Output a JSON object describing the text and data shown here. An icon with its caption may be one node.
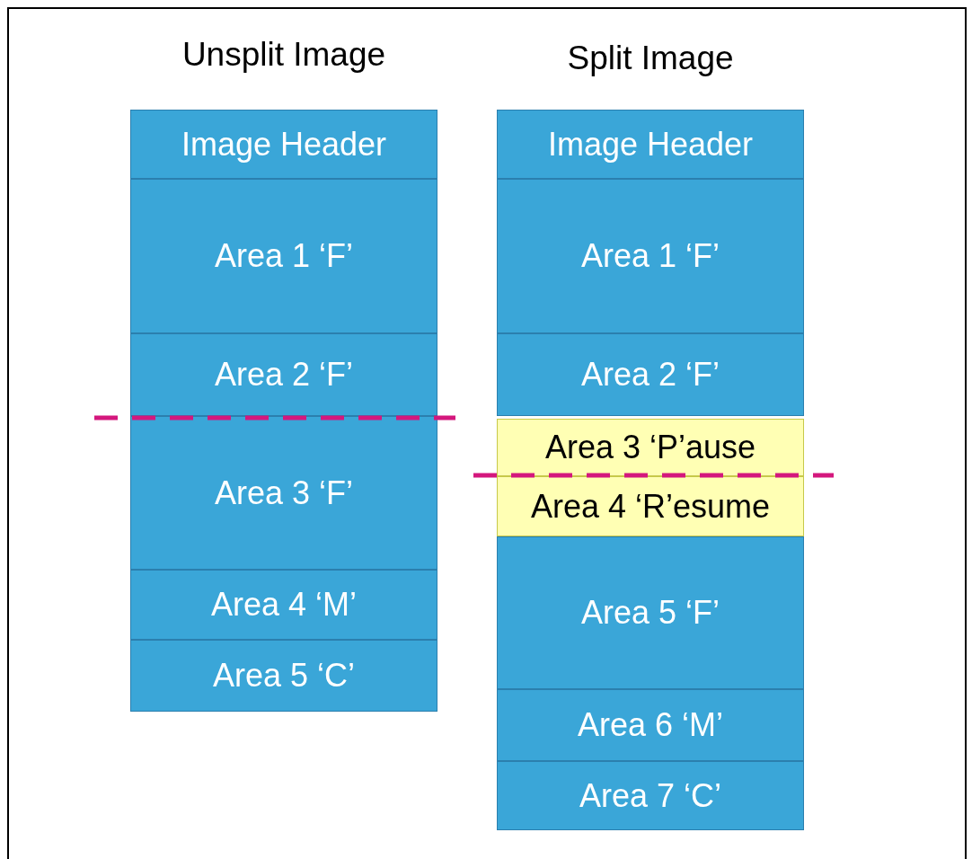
{
  "diagram": {
    "nodes": [
      {
        "text": [
          "Unsplit Image"
        ]
      },
      {
        "text": [
          "Image Header"
        ],
        "in": 0
      },
      {
        "text": [
          "Area 1 ‘F’"
        ],
        "in": 0
      },
      {
        "text": [
          "Area 2 ‘F’"
        ],
        "in": 0
      },
      {
        "text": [
          "Area 3 ‘F’"
        ],
        "in": 0
      },
      {
        "text": [
          "Area 4 ‘M’"
        ],
        "in": 0
      },
      {
        "text": [
          "Area 5 ‘C’"
        ],
        "in": 0
      },
      {
        "text": [
          "Split Image"
        ]
      },
      {
        "text": [
          "Image Header"
        ],
        "in": 7
      },
      {
        "text": [
          "Area 1 ‘F’"
        ],
        "in": 7
      },
      {
        "text": [
          "Area 2 ‘F’"
        ],
        "in": 7
      },
      {
        "text": [
          "Area 3 ‘P’ause"
        ],
        "in": 7
      },
      {
        "text": [
          "Area 4 ‘R’esume"
        ],
        "in": 7
      },
      {
        "text": [
          "Area 5 ‘F’"
        ],
        "in": 7
      },
      {
        "text": [
          "Area 6 ‘M’"
        ],
        "in": 7
      },
      {
        "text": [
          "Area 7 ‘C’"
        ],
        "in": 7
      }
    ],
    "edges": []
  }
}
